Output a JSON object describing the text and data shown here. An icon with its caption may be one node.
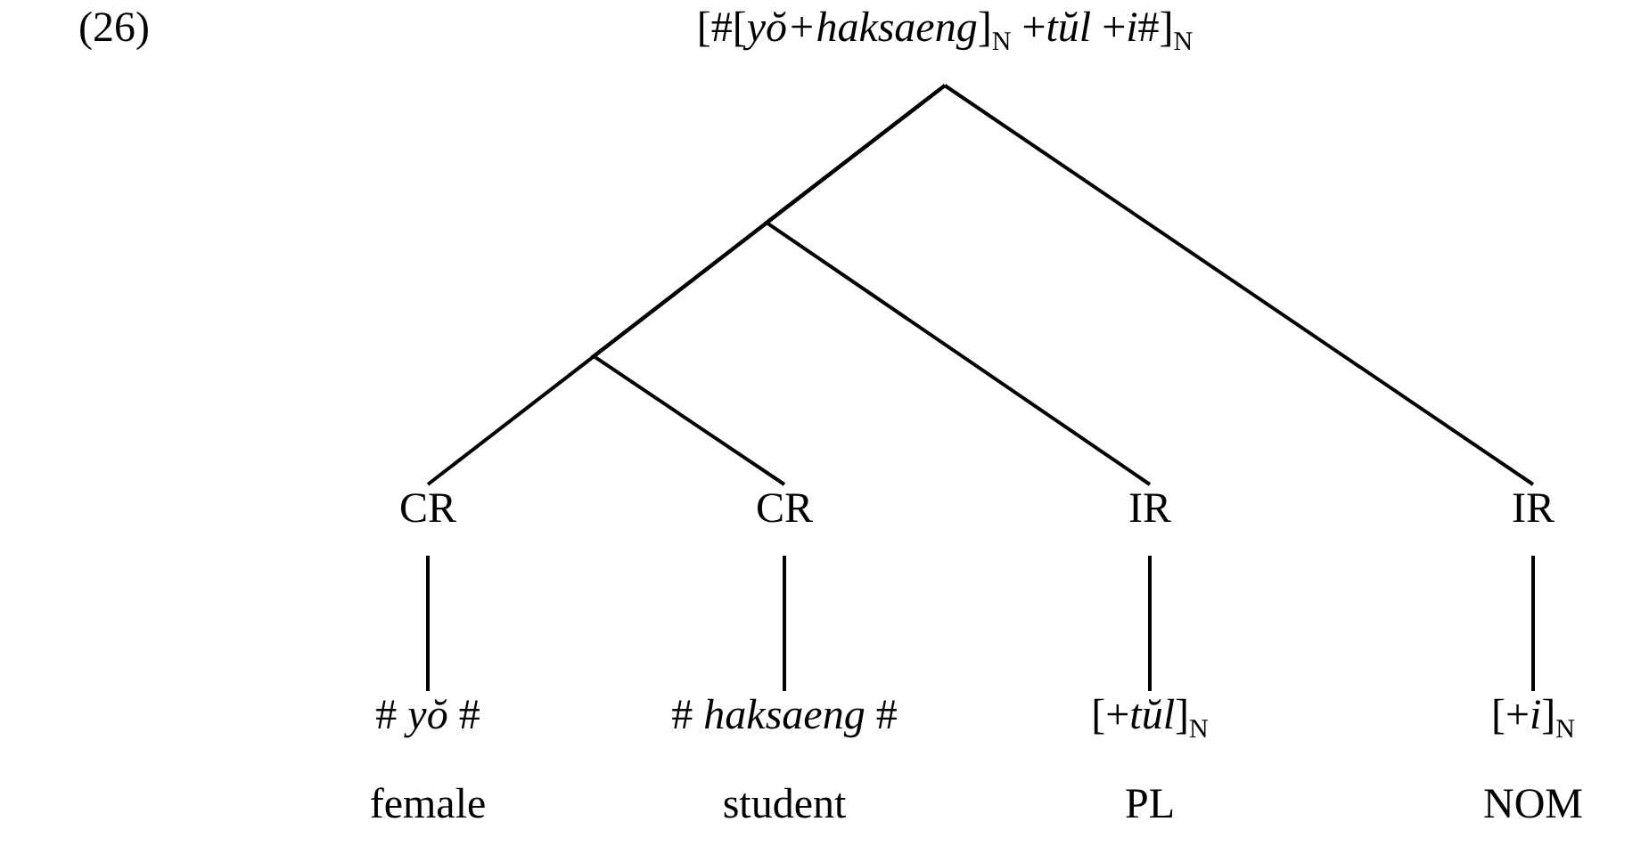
{
  "diagram": {
    "nodes": [
      {
        "text": [
          "[#[*yŏ+haksaeng*]$_{N}$ +*tŭl* +*i*#]$_{N}$"
        ]
      },
      {
        "text": [
          "CR"
        ]
      },
      {
        "text": [
          "CR"
        ]
      },
      {
        "text": [
          "IR"
        ]
      },
      {
        "text": [
          "IR"
        ]
      },
      {
        "text": [
          "# *yŏ* #"
        ],
        "beside": [
          "female"
        ]
      },
      {
        "text": [
          "# *haksaeng* #"
        ],
        "beside": [
          "student"
        ]
      },
      {
        "text": [
          "[+*tŭl*]$_{N}$"
        ],
        "beside": [
          "PL"
        ]
      },
      {
        "text": [
          "[+*i*]$_{N}$"
        ],
        "beside": [
          "NOM"
        ]
      }
    ],
    "edges": [
      {
        "from": 0,
        "to": 1,
        "arrow": "none"
      },
      {
        "from": 0,
        "to": 2,
        "arrow": "none"
      },
      {
        "from": 0,
        "to": 3,
        "arrow": "none"
      },
      {
        "from": 0,
        "to": 4,
        "arrow": "none"
      },
      {
        "from": 1,
        "to": 5,
        "arrow": "none"
      },
      {
        "from": 2,
        "to": 6,
        "arrow": "none"
      },
      {
        "from": 3,
        "to": 7,
        "arrow": "none"
      },
      {
        "from": 4,
        "to": 8,
        "arrow": "none"
      }
    ],
    "labels": [
      "(26)"
    ]
  }
}
